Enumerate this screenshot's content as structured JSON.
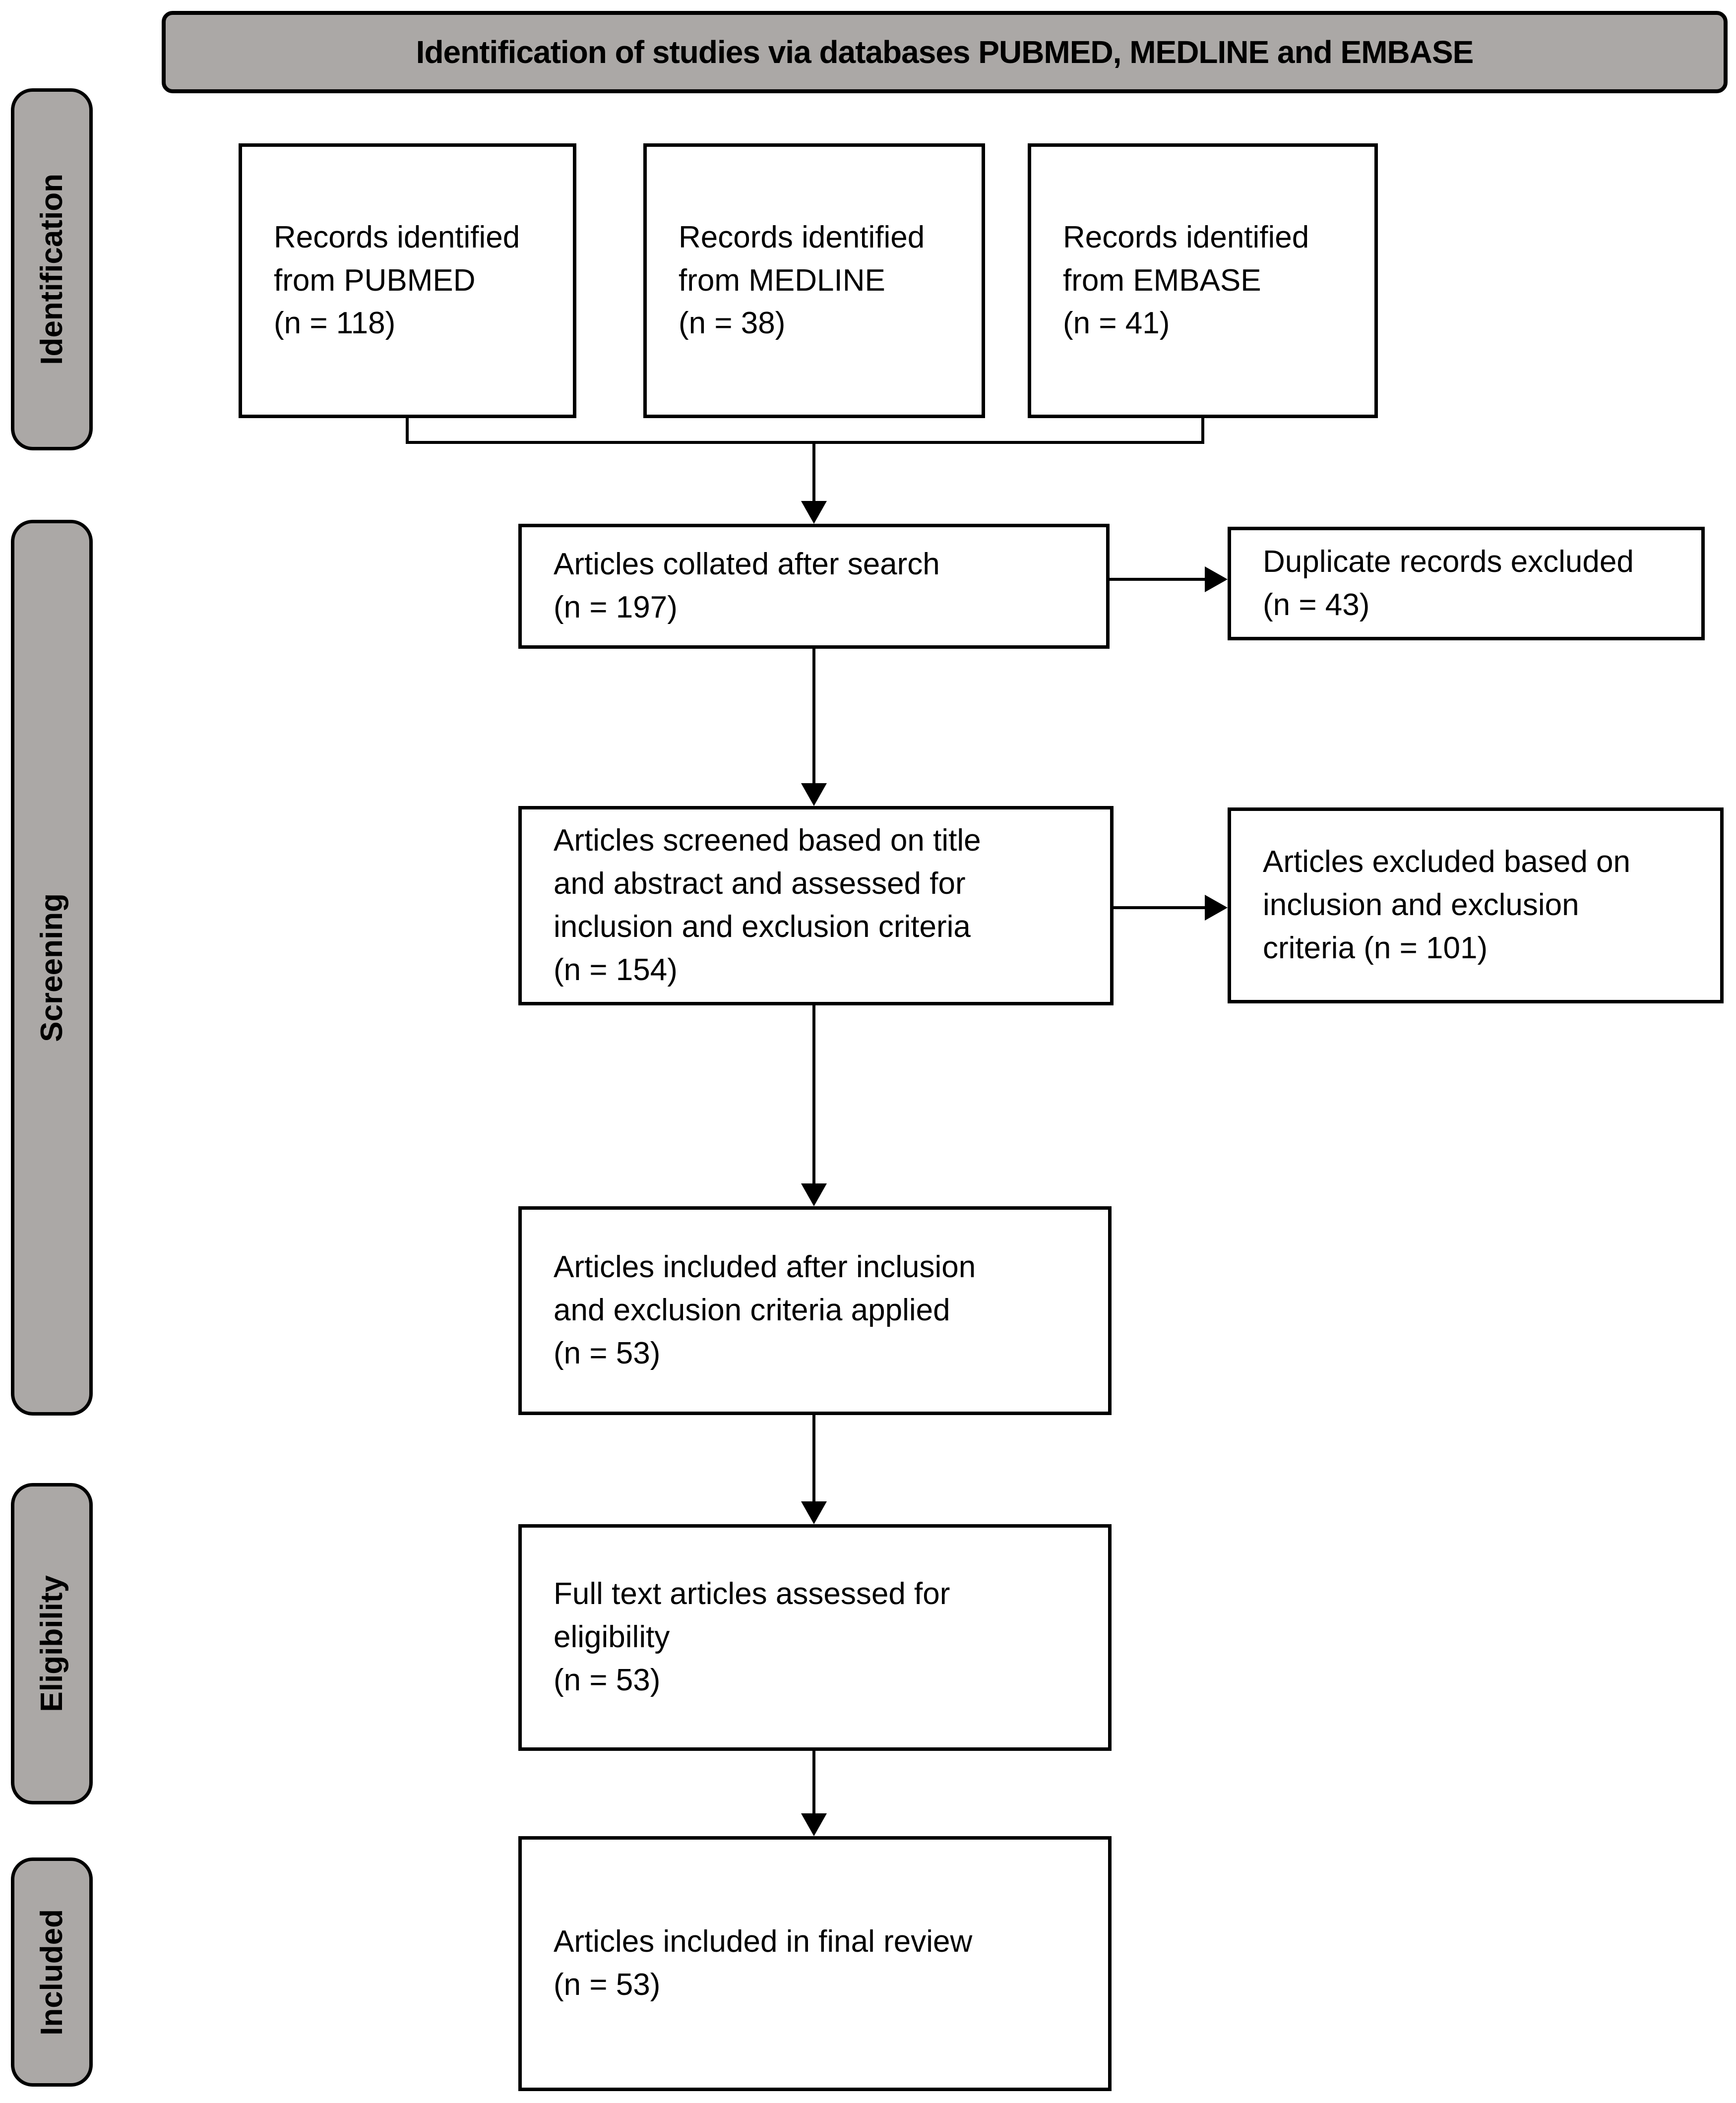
{
  "title": {
    "text": "Identification of studies via databases PUBMED, MEDLINE and EMBASE"
  },
  "stages": [
    {
      "label": "Identification"
    },
    {
      "label": "Screening"
    },
    {
      "label": "Eligibility"
    },
    {
      "label": "Included"
    }
  ],
  "boxes": {
    "records_pubmed": {
      "lines": [
        "Records identified",
        "from PUBMED",
        "(n = 118)"
      ],
      "n": 118
    },
    "records_medline": {
      "lines": [
        "Records identified",
        "from MEDLINE",
        "(n = 38)"
      ],
      "n": 38
    },
    "records_embase": {
      "lines": [
        "Records identified",
        "from EMBASE",
        "(n = 41)"
      ],
      "n": 41
    },
    "collated": {
      "lines": [
        "Articles collated after search",
        "(n = 197)"
      ],
      "n": 197
    },
    "duplicates_excluded": {
      "lines": [
        "Duplicate records excluded",
        "(n = 43)"
      ],
      "n": 43
    },
    "screened": {
      "lines": [
        "Articles screened based on title",
        "and abstract and assessed for",
        "inclusion and exclusion criteria",
        "(n = 154)"
      ],
      "n": 154
    },
    "excluded": {
      "lines": [
        "Articles excluded based on",
        "inclusion and exclusion",
        "criteria (n = 101)"
      ],
      "n": 101
    },
    "included_after_criteria": {
      "lines": [
        "Articles included after inclusion",
        "and exclusion criteria applied",
        "(n = 53)"
      ],
      "n": 53
    },
    "full_text_assessed": {
      "lines": [
        "Full text articles assessed for",
        "eligibility",
        "(n = 53)"
      ],
      "n": 53
    },
    "final_review": {
      "lines": [
        "Articles included in final review",
        "(n = 53)"
      ],
      "n": 53
    }
  },
  "colors": {
    "banner_gray": "#aba8a6",
    "line_black": "#000000",
    "box_white": "#ffffff"
  }
}
